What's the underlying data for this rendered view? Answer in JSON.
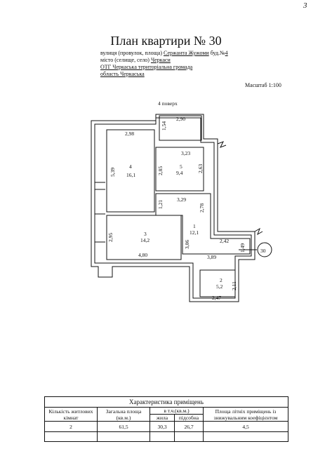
{
  "page_number": "3",
  "title": "План квартири № 30",
  "address": {
    "street_prefix": "вулиця (провулок, площа)",
    "street": "Сержанта Жужоми",
    "building_prefix": "буд.№",
    "building": "4",
    "city_prefix": "місто (селище, село)",
    "city": "Черкаси",
    "community": "ОТГ Черкаська територіальна громада",
    "region": "область Черкаська"
  },
  "scale": "Масштаб 1:100",
  "floor": "4 поверх",
  "apartment_tag": "30",
  "rooms": [
    {
      "number": "1",
      "area": "12,1"
    },
    {
      "number": "2",
      "area": "5,2"
    },
    {
      "number": "3",
      "area": "14,2"
    },
    {
      "number": "4",
      "area": "16,1"
    },
    {
      "number": "5",
      "area": "9,4"
    }
  ],
  "dimensions": [
    "2,90",
    "1,54",
    "3,23",
    "2,98",
    "5,39",
    "2,85",
    "2,63",
    "3,29",
    "1,21",
    "2,78",
    "2,95",
    "3,06",
    "2,42",
    "1,49",
    "4,80",
    "3,89",
    "2,11",
    "2,47"
  ],
  "table": {
    "caption": "Характеристика приміщень",
    "headers": {
      "rooms_count": "Кількість житлових кімнат",
      "total_area": "Загальна площа (кв.м.)",
      "incl": "в т.ч.(кв.м.)",
      "living": "жила",
      "auxiliary": "підсобна",
      "summer": "Площа літніх приміщень із знижувальним коефіцієнтом"
    },
    "row": {
      "rooms_count": "2",
      "total_area": "61,5",
      "living": "30,3",
      "auxiliary": "26,7",
      "summer": "4,5"
    }
  }
}
